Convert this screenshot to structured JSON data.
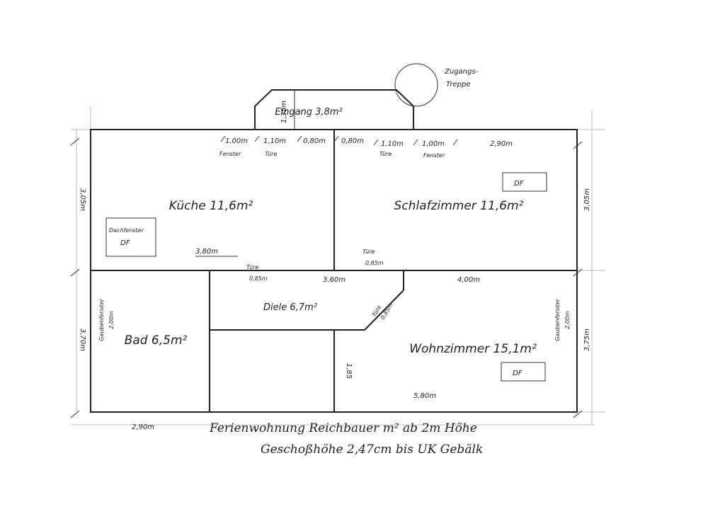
{
  "stairs": {
    "line1": "Zugangs-",
    "line2": "Treppe"
  },
  "rooms": {
    "eingang": "Eingang 3,8m²",
    "kueche": "Küche 11,6m²",
    "schlafzimmer": "Schlafzimmer 11,6m²",
    "diele": "Diele 6,7m²",
    "bad": "Bad 6,5m²",
    "wohnzimmer": "Wohnzimmer 15,1m²"
  },
  "dims": {
    "eingang_v": "1,35m",
    "top_1": "1,00m",
    "top_2": "1,10m",
    "top_3": "0,80m",
    "top_4": "0,80m",
    "top_5": "1,10m",
    "top_6": "1,00m",
    "top_7": "2,90m",
    "left_1": "3,05m",
    "left_2": "3,70m",
    "right_1": "3,05m",
    "right_2": "3,75m",
    "kueche_w": "3,80m",
    "diele_w": "3,60m",
    "wohn_top": "4,00m",
    "wohn_bottom": "5,80m",
    "inner_v": "1,85",
    "bottom_1": "2,90m",
    "door_k": "0,85m",
    "door_s": "0,85m",
    "door_w": "0,85m",
    "gaube_bad_size": "2,00m",
    "gaube_wohn_size": "2,00m"
  },
  "labels": {
    "fenster": "Fenster",
    "tuere": "Türe",
    "df": "DF",
    "dachfenster": "Dachfenster",
    "gaube": "Gaubenfenster"
  },
  "title": {
    "line1": "Ferienwohnung Reichbauer m² ab 2m Höhe",
    "line2": "Geschoßhöhe 2,47cm bis UK Gebälk"
  }
}
